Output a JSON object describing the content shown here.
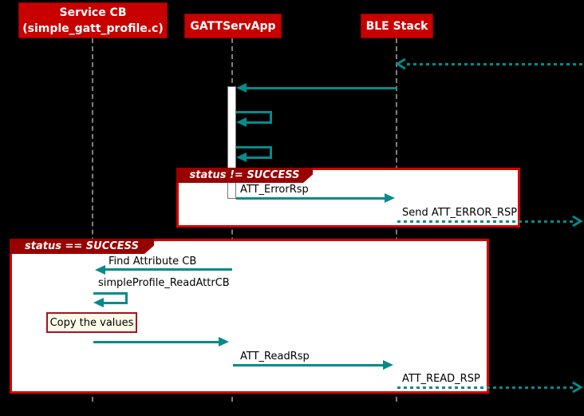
{
  "diagram": {
    "type": "uml-sequence-diagram",
    "background": "#000000",
    "participants": [
      {
        "id": "service-cb",
        "line1": "Service CB",
        "line2": "(simple_gatt_profile.c)"
      },
      {
        "id": "gattservapp",
        "line1": "GATTServApp",
        "line2": ""
      },
      {
        "id": "ble-stack",
        "line1": "BLE Stack",
        "line2": ""
      }
    ],
    "frames": [
      {
        "label": "status != SUCCESS"
      },
      {
        "label": "status == SUCCESS"
      }
    ],
    "messages": [
      {
        "label": "",
        "from": "external",
        "to": "BLE Stack",
        "style": "dashed"
      },
      {
        "label": "",
        "from": "BLE Stack",
        "to": "GATTServApp",
        "style": "solid"
      },
      {
        "label": "",
        "from": "GATTServApp",
        "to": "GATTServApp",
        "style": "self"
      },
      {
        "label": "",
        "from": "GATTServApp",
        "to": "GATTServApp",
        "style": "self"
      },
      {
        "label": "ATT_ErrorRsp",
        "from": "GATTServApp",
        "to": "BLE Stack",
        "style": "solid"
      },
      {
        "label": "Send ATT_ERROR_RSP",
        "from": "BLE Stack",
        "to": "external",
        "style": "dashed"
      },
      {
        "label": "Find Attribute CB",
        "from": "GATTServApp",
        "to": "Service CB",
        "style": "solid"
      },
      {
        "label": "simpleProfile_ReadAttrCB",
        "from": "Service CB",
        "to": "Service CB",
        "style": "self"
      },
      {
        "label": "",
        "from": "Service CB",
        "to": "GATTServApp",
        "style": "solid"
      },
      {
        "label": "ATT_ReadRsp",
        "from": "GATTServApp",
        "to": "BLE Stack",
        "style": "solid"
      },
      {
        "label": "ATT_READ_RSP",
        "from": "BLE Stack",
        "to": "external",
        "style": "dashed"
      }
    ],
    "note": {
      "text": "Copy the values"
    },
    "colors": {
      "participant_fill": "#C80000",
      "participant_text": "#FFFFFF",
      "arrow": "#058B8B",
      "frame_border": "#D40000",
      "frame_label_fill": "#990000",
      "frame_fill": "#FFFFFF",
      "note_fill": "#FCFCE8",
      "note_border": "#A81122",
      "lifeline": "#7F7F7F",
      "message_text": "#000000"
    }
  }
}
